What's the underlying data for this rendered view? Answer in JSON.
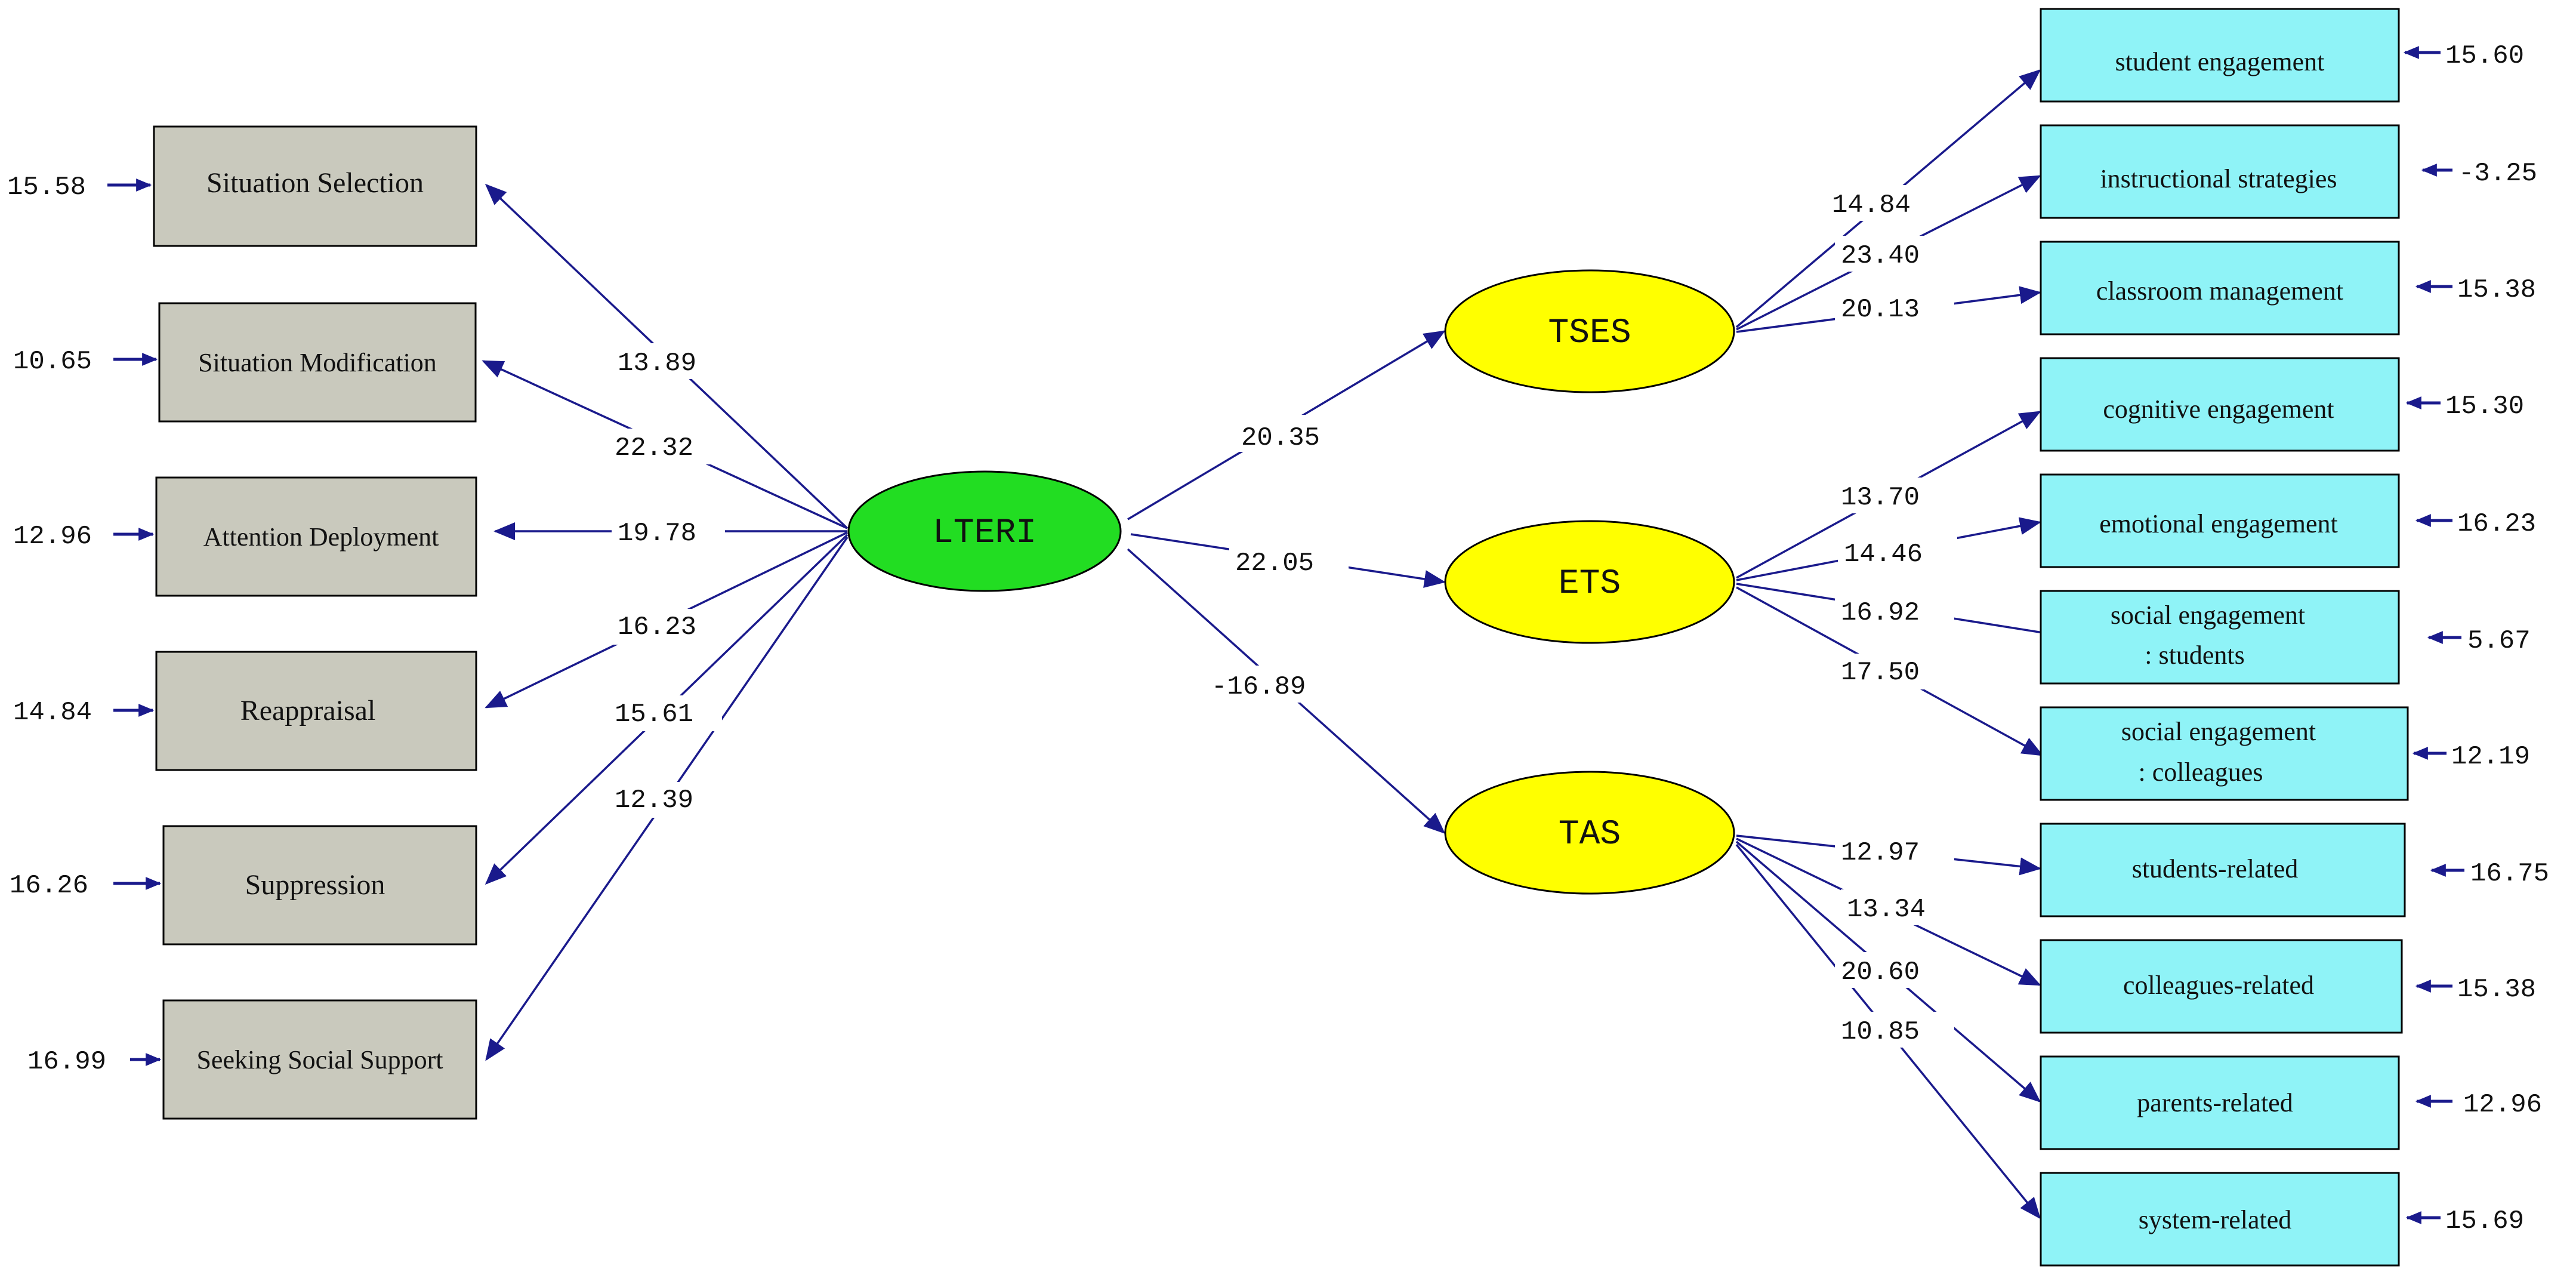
{
  "diagram": {
    "latents": {
      "lteri": "LTERI",
      "tses": "TSES",
      "ets": "ETS",
      "tas": "TAS"
    },
    "colors": {
      "lteri_fill": "#22dd22",
      "dependent_fill": "#ffff00",
      "left_box_fill": "#c9c9bd",
      "right_box_fill": "#8ff3f7",
      "arrow_color": "#1a1a8c"
    },
    "left_indicators": [
      {
        "name": "Situation Selection",
        "error": "15.58",
        "loading": "13.89"
      },
      {
        "name": "Situation Modification",
        "error": "10.65",
        "loading": "22.32"
      },
      {
        "name": "Attention Deployment",
        "error": "12.96",
        "loading": "19.78"
      },
      {
        "name": "Reappraisal",
        "error": "14.84",
        "loading": "16.23"
      },
      {
        "name": "Suppression",
        "error": "16.26",
        "loading": "15.61"
      },
      {
        "name": "Seeking Social Support",
        "error": "16.99",
        "loading": "12.39"
      }
    ],
    "structural_paths": {
      "lteri_to_tses": "20.35",
      "lteri_to_ets": "22.05",
      "lteri_to_tas": "-16.89"
    },
    "tses_indicators": [
      {
        "name": "student engagement",
        "error": "15.60",
        "loading": "14.84"
      },
      {
        "name": "instructional strategies",
        "error": "-3.25",
        "loading": "23.40"
      },
      {
        "name": "classroom management",
        "error": "15.38",
        "loading": "20.13"
      }
    ],
    "ets_indicators": [
      {
        "name": "cognitive engagement",
        "error": "15.30",
        "loading": "13.70"
      },
      {
        "name": "emotional engagement",
        "error": "16.23",
        "loading": "14.46"
      },
      {
        "name_line1": "social engagement",
        "name_line2": ": students",
        "error": "5.67",
        "loading": "16.92"
      },
      {
        "name_line1": "social engagement",
        "name_line2": ": colleagues",
        "error": "12.19",
        "loading": "17.50"
      }
    ],
    "tas_indicators": [
      {
        "name": "students-related",
        "error": "16.75",
        "loading": "12.97"
      },
      {
        "name": "colleagues-related",
        "error": "15.38",
        "loading": "13.34"
      },
      {
        "name": "parents-related",
        "error": "12.96",
        "loading": "20.60"
      },
      {
        "name": "system-related",
        "error": "15.69",
        "loading": "10.85"
      }
    ]
  }
}
